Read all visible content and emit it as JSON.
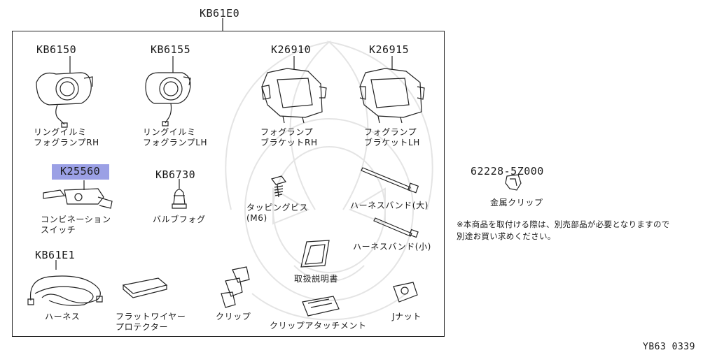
{
  "kit": {
    "part_number": "KB61E0"
  },
  "parts": [
    {
      "id": "kb6150",
      "part_number": "KB6150",
      "label_lines": [
        "リングイルミ",
        "フォグランプRH"
      ]
    },
    {
      "id": "kb6155",
      "part_number": "KB6155",
      "label_lines": [
        "リングイルミ",
        "フォグランプLH"
      ]
    },
    {
      "id": "k26910",
      "part_number": "K26910",
      "label_lines": [
        "フォグランプ",
        "ブラケットRH"
      ]
    },
    {
      "id": "k26915",
      "part_number": "K26915",
      "label_lines": [
        "フォグランプ",
        "ブラケットLH"
      ]
    },
    {
      "id": "k25560",
      "part_number": "K25560",
      "label_lines": [
        "コンビネーション",
        "スイッチ"
      ]
    },
    {
      "id": "kb6730",
      "part_number": "KB6730",
      "label_lines": [
        "バルブフォグ"
      ]
    },
    {
      "id": "tapping-screw",
      "label_lines": [
        "タッピングビス",
        "(M6)"
      ]
    },
    {
      "id": "harness-band-large",
      "label_lines": [
        "ハーネスバンド(大)"
      ]
    },
    {
      "id": "harness-band-small",
      "label_lines": [
        "ハーネスバンド(小)"
      ]
    },
    {
      "id": "kb61e1",
      "part_number": "KB61E1",
      "label_lines": [
        "ハーネス"
      ]
    },
    {
      "id": "flat-wire-protector",
      "label_lines": [
        "フラットワイヤー",
        "プロテクター"
      ]
    },
    {
      "id": "clip",
      "label_lines": [
        "クリップ"
      ]
    },
    {
      "id": "manual",
      "label_lines": [
        "取扱説明書"
      ]
    },
    {
      "id": "clip-attachment",
      "label_lines": [
        "クリップアタッチメント"
      ]
    },
    {
      "id": "j-nut",
      "label_lines": [
        "Jナット"
      ]
    }
  ],
  "extra_part": {
    "part_number": "62228-5Z000",
    "label": "金属クリップ"
  },
  "note_lines": [
    "※本商品を取付ける際は、別売部品が必要となりますので",
    "別途お買い求めください。"
  ],
  "figure_code": "YB63 0339",
  "colors": {
    "line": "#222222",
    "highlight": "#8a8fe0",
    "watermark": "#e6e6e6"
  }
}
